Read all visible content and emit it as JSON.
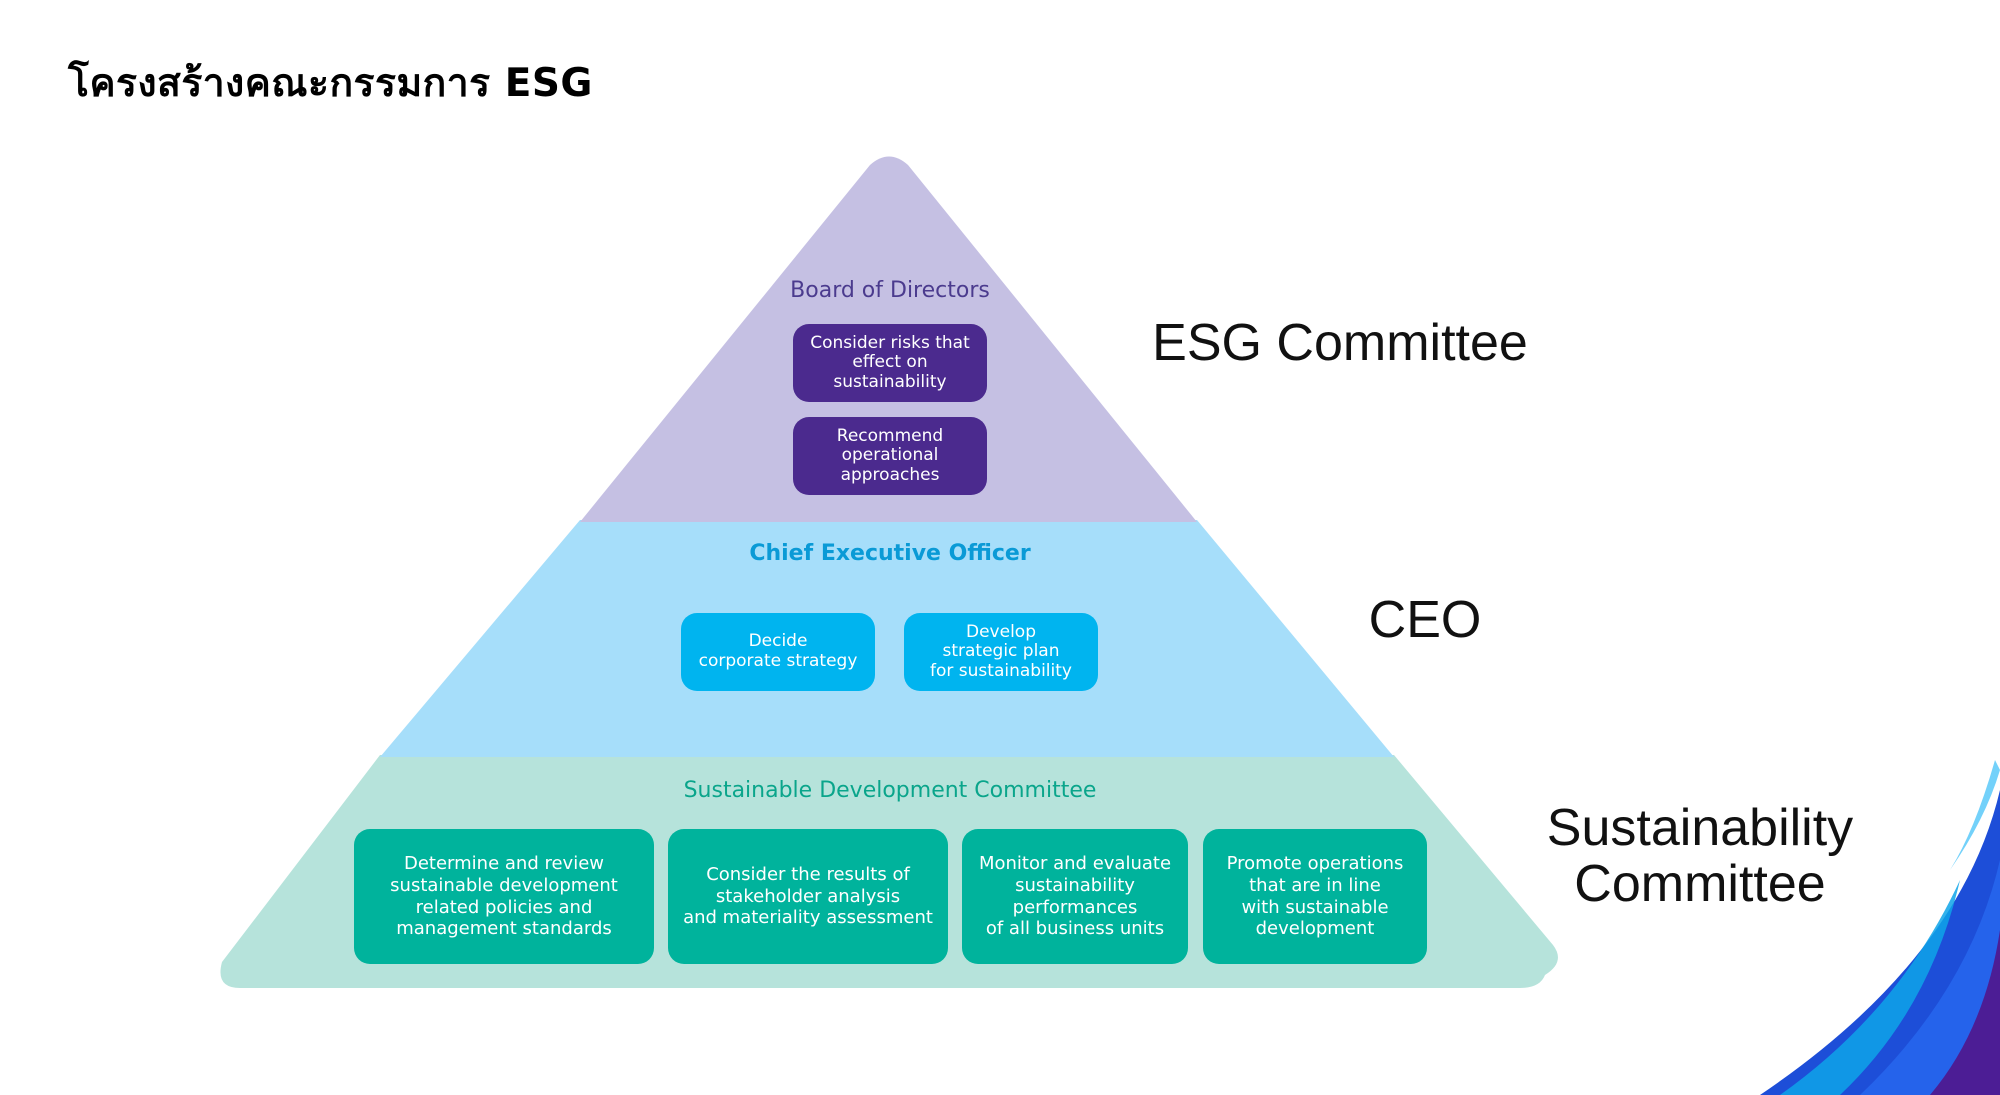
{
  "page": {
    "title": "โครงสร้างคณะกรรมการ ESG"
  },
  "tiers": [
    {
      "heading": "Board of Directors",
      "side_label": "ESG Committee",
      "color": "#c5c0e3",
      "heading_color": "#4b3b8e",
      "box_color": "#4b2a8e",
      "boxes": [
        "Consider risks that\neffect on\nsustainability",
        "Recommend\noperational\napproaches"
      ]
    },
    {
      "heading": "Chief Executive Officer",
      "side_label": "CEO",
      "color": "#a6defa",
      "heading_color": "#0a9ad6",
      "box_color": "#00b4ef",
      "boxes": [
        "Decide\ncorporate strategy",
        "Develop\nstrategic plan\nfor sustainability"
      ]
    },
    {
      "heading": "Sustainable Development Committee",
      "side_label": "Sustainability\nCommittee",
      "color": "#b6e3db",
      "heading_color": "#0aa58b",
      "box_color": "#00b39c",
      "boxes": [
        "Determine and review\nsustainable development\nrelated policies and\nmanagement standards",
        "Consider the results of\nstakeholder analysis\nand materiality assessment",
        "Monitor and evaluate\nsustainability\nperformances\nof all business units",
        "Promote operations\nthat are in line\nwith sustainable\ndevelopment"
      ]
    }
  ],
  "decoration": {
    "corner_swoosh_colors": [
      "#1e3a8a",
      "#2563eb",
      "#6d28d9",
      "#0ea5e9"
    ]
  }
}
